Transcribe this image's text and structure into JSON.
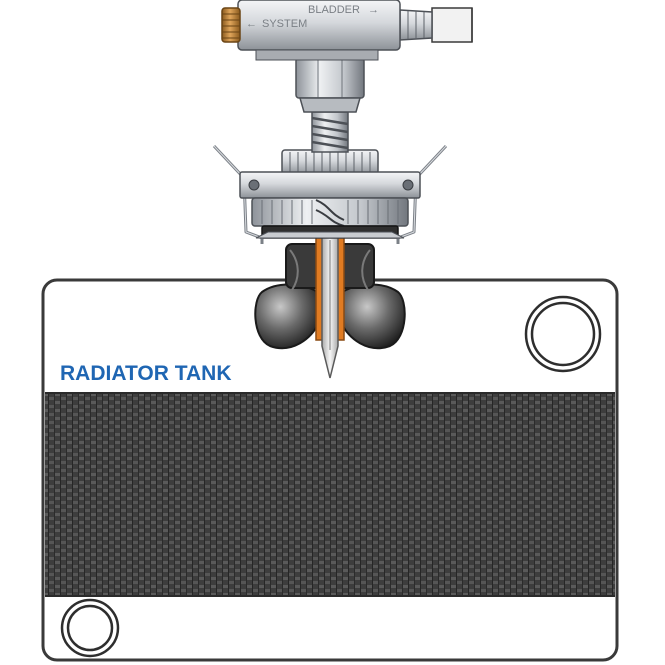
{
  "labels": {
    "bladder": "BLADDER",
    "bladder_arrow": "→",
    "system": "SYSTEM",
    "system_arrow": "←",
    "tank": "RADIATOR TANK"
  },
  "colors": {
    "tank_title": "#1f66b3",
    "core_dark": "#3b3b3b",
    "probe_orange": "#e07b22",
    "knob_gold": "#c98b3a",
    "steel_light": "#e4e6e9",
    "steel_dark": "#6e737a"
  },
  "icons": {
    "fill_port": "radiator-cap-ring-icon",
    "drain_port": "drain-port-ring-icon"
  }
}
